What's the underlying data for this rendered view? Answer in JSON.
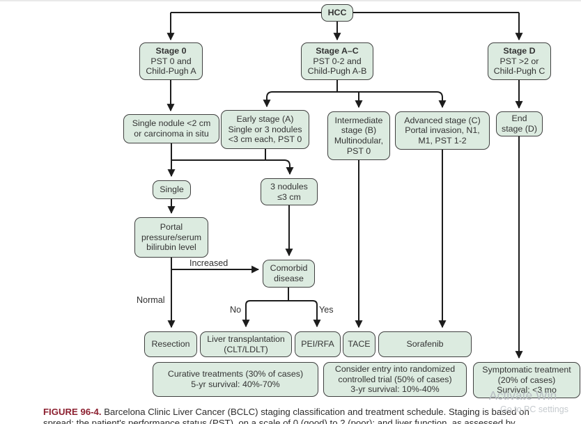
{
  "nodes": {
    "hcc": {
      "title": "HCC"
    },
    "stage0": {
      "title": "Stage 0",
      "body": "PST 0 and\nChild-Pugh A"
    },
    "stageAC": {
      "title": "Stage A–C",
      "body": "PST 0-2 and\nChild-Pugh A-B"
    },
    "stageD": {
      "title": "Stage D",
      "body": "PST >2 or\nChild-Pugh C"
    },
    "singleNodule": {
      "body": "Single nodule <2 cm\nor carcinoma in situ"
    },
    "earlyStage": {
      "body": "Early stage (A)\nSingle or 3 nodules\n<3 cm each, PST 0"
    },
    "intermediateStage": {
      "body": "Intermediate\nstage (B)\nMultinodular,\nPST 0"
    },
    "advancedStage": {
      "body": "Advanced stage (C)\nPortal invasion, N1,\nM1, PST 1-2"
    },
    "endStage": {
      "body": "End\nstage (D)"
    },
    "single": {
      "body": "Single"
    },
    "threeNodules": {
      "body": "3 nodules\n≤3 cm"
    },
    "portalPressure": {
      "body": "Portal\npressure/serum\nbilirubin level"
    },
    "comorbidDisease": {
      "body": "Comorbid\ndisease"
    },
    "resection": {
      "body": "Resection"
    },
    "liverTransplantation": {
      "body": "Liver transplantation\n(CLT/LDLT)"
    },
    "peiRfa": {
      "body": "PEI/RFA"
    },
    "tace": {
      "body": "TACE"
    },
    "sorafenib": {
      "body": "Sorafenib"
    },
    "curative": {
      "body": "Curative treatments (30% of cases)\n5-yr survival: 40%-70%"
    },
    "randomizedTrial": {
      "body": "Consider entry into randomized\ncontrolled trial (50% of cases)\n3-yr survival: 10%-40%"
    },
    "symptomatic": {
      "body": "Symptomatic treatment\n(20% of cases)\nSurvival: <3 mo"
    }
  },
  "edge_labels": {
    "increased": "Increased",
    "normal": "Normal",
    "no": "No",
    "yes": "Yes"
  },
  "caption": {
    "label": "FIGURE 96-4.",
    "text": " Barcelona Clinic Liver Cancer (BCLC) staging classification and treatment schedule. Staging is based on",
    "text2": "spread; the patient's performance status (PST), on a scale of 0 (good) to 2 (poor); and liver function, as assessed by"
  },
  "watermark": {
    "line1": "Activate Win",
    "line2": "Go to PC settings"
  },
  "colors": {
    "node_fill": "#dcebe0",
    "node_border": "#3f3f3f",
    "line": "#1c1c1c",
    "caption_label": "#8c2030",
    "text": "#333333",
    "watermark": "#b7bdc2"
  }
}
